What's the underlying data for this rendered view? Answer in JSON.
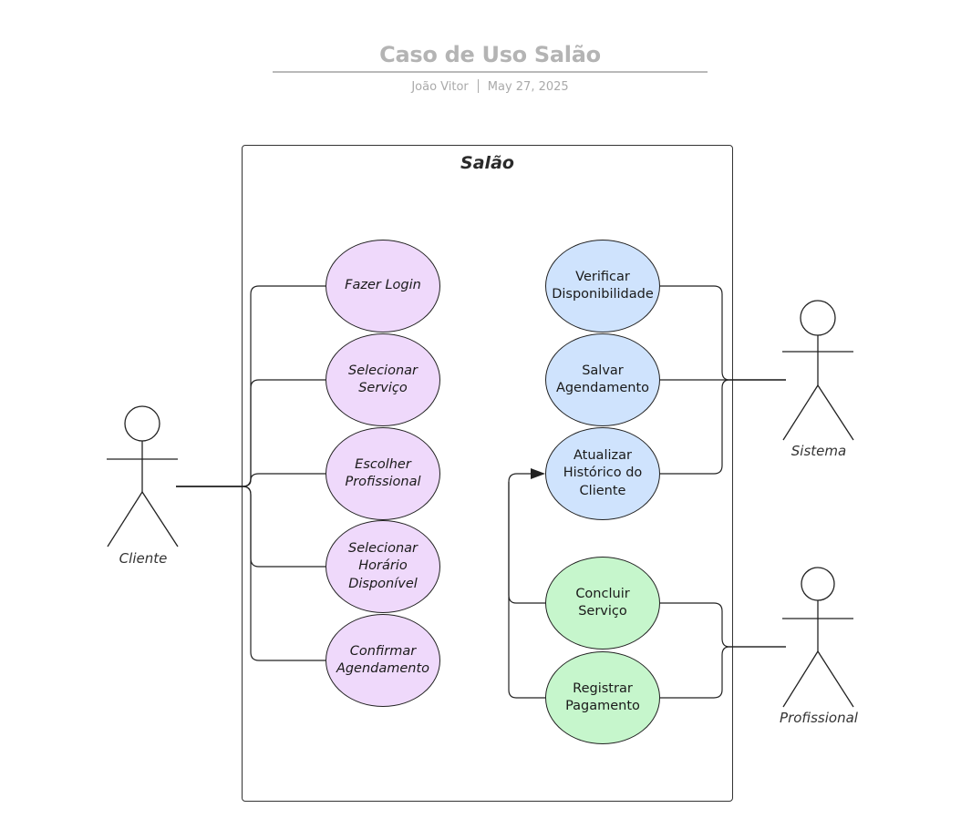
{
  "header": {
    "title": "Caso de Uso Salão",
    "author": "João Vitor",
    "date": "May 27, 2025"
  },
  "system": {
    "label": "Salão"
  },
  "actors": {
    "cliente": "Cliente",
    "sistema": "Sistema",
    "profissional": "Profissional"
  },
  "use_cases": {
    "fazer_login": "Fazer Login",
    "selecionar_servico": "Selecionar Serviço",
    "escolher_profissional": "Escolher Profissional",
    "selecionar_horario": "Selecionar Horário Disponível",
    "confirmar_agendamento": "Confirmar Agendamento",
    "verificar_disponibilidade": "Verificar Disponibilidade",
    "salvar_agendamento": "Salvar Agendamento",
    "atualizar_historico": "Atualizar Histórico do Cliente",
    "concluir_servico": "Concluir Serviço",
    "registrar_pagamento": "Registrar Pagamento"
  },
  "colors": {
    "cliente_use_case_fill": "#efd9fb",
    "sistema_use_case_fill": "#cfe3fd",
    "profissional_use_case_fill": "#c6f6cc",
    "title_color": "#b4b4b4"
  },
  "icons": [
    "actor-stick-figure",
    "arrow-head"
  ]
}
